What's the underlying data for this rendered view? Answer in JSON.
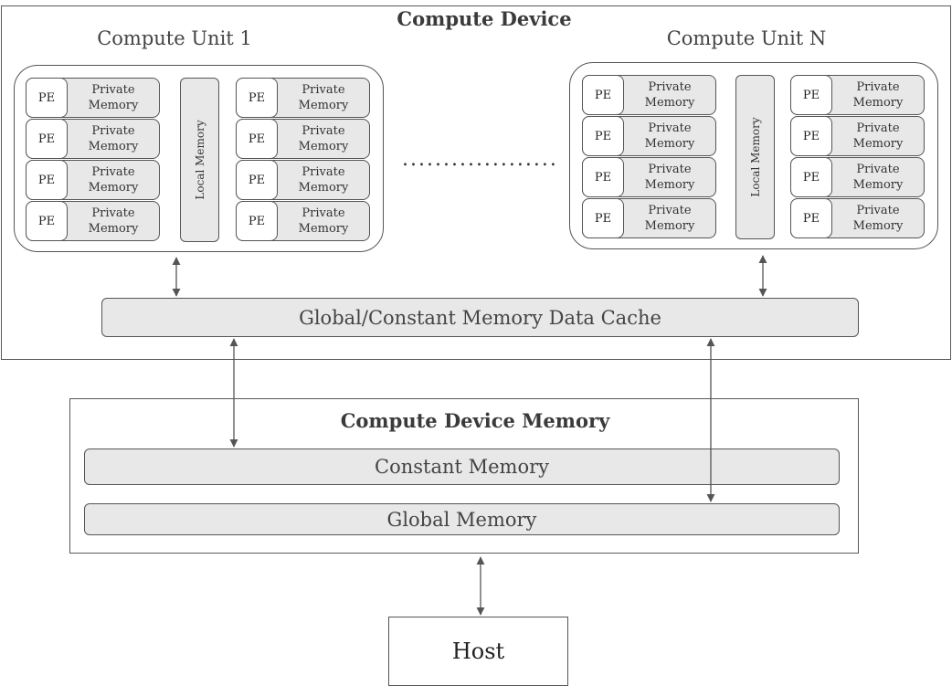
{
  "device": {
    "title": "Compute Device"
  },
  "compute_units": [
    {
      "title": "Compute Unit 1",
      "local_memory_label": "Local Memory",
      "left_column": [
        {
          "pe": "PE",
          "private": "Private Memory"
        },
        {
          "pe": "PE",
          "private": "Private Memory"
        },
        {
          "pe": "PE",
          "private": "Private Memory"
        },
        {
          "pe": "PE",
          "private": "Private Memory"
        }
      ],
      "right_column": [
        {
          "pe": "PE",
          "private": "Private Memory"
        },
        {
          "pe": "PE",
          "private": "Private Memory"
        },
        {
          "pe": "PE",
          "private": "Private Memory"
        },
        {
          "pe": "PE",
          "private": "Private Memory"
        }
      ]
    },
    {
      "title": "Compute Unit N",
      "local_memory_label": "Local Memory",
      "left_column": [
        {
          "pe": "PE",
          "private": "Private Memory"
        },
        {
          "pe": "PE",
          "private": "Private Memory"
        },
        {
          "pe": "PE",
          "private": "Private Memory"
        },
        {
          "pe": "PE",
          "private": "Private Memory"
        }
      ],
      "right_column": [
        {
          "pe": "PE",
          "private": "Private Memory"
        },
        {
          "pe": "PE",
          "private": "Private Memory"
        },
        {
          "pe": "PE",
          "private": "Private Memory"
        },
        {
          "pe": "PE",
          "private": "Private Memory"
        }
      ]
    }
  ],
  "ellipsis": "...................",
  "cache": {
    "label": "Global/Constant Memory Data Cache"
  },
  "device_memory": {
    "title": "Compute Device Memory",
    "constant_label": "Constant Memory",
    "global_label": "Global Memory"
  },
  "host": {
    "label": "Host"
  },
  "colors": {
    "stroke": "#555555",
    "fill_gray": "#e8e8e8",
    "background": "#ffffff"
  }
}
